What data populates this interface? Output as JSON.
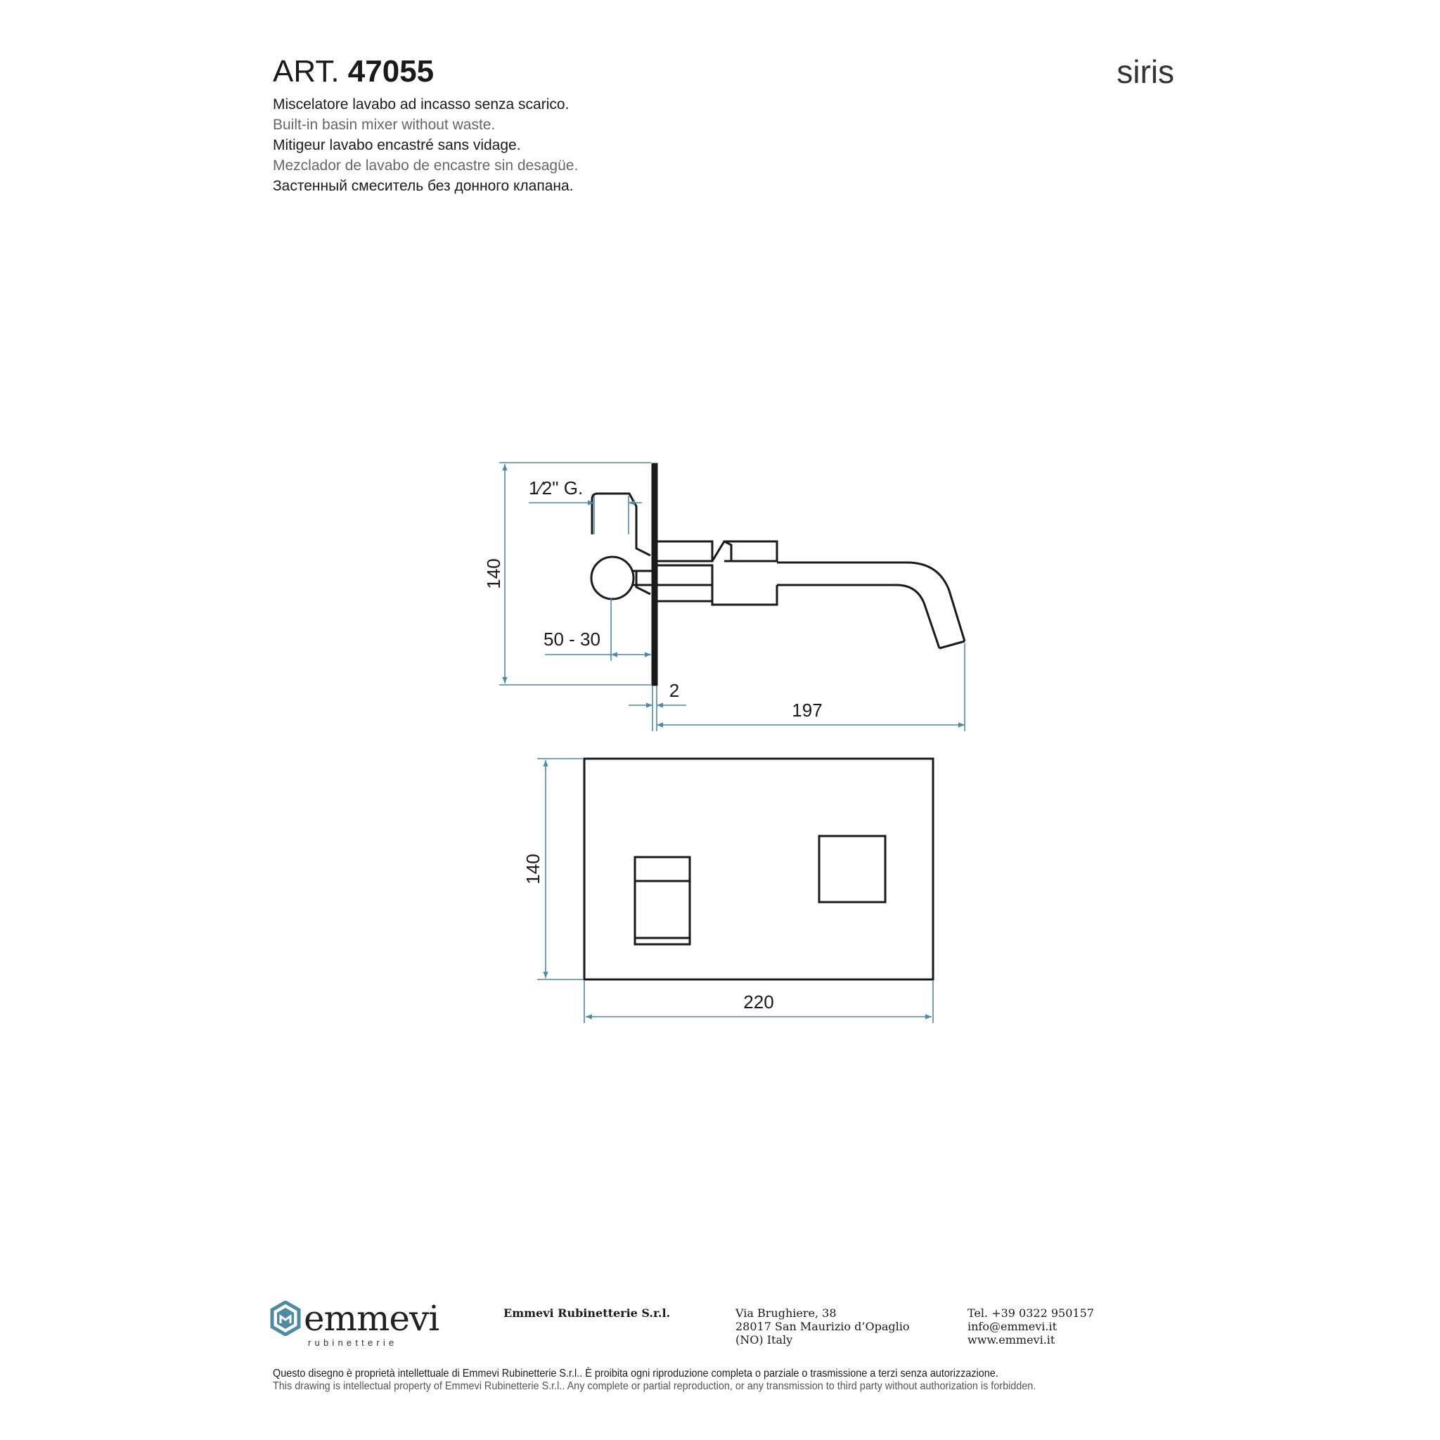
{
  "header": {
    "art_prefix": "ART.",
    "art_number": "47055",
    "series": "siris"
  },
  "descriptions": [
    "Miscelatore lavabo ad incasso senza scarico.",
    "Built-in basin mixer without waste.",
    "Mitigeur lavabo encastré sans vidage.",
    "Mezclador de lavabo de encastre sin desagüe.",
    "Застенный смеситель без донного клапана."
  ],
  "dimensions": {
    "thread": "1⁄2\" G.",
    "side_height": "140",
    "depth_range": "50 - 30",
    "plate_thickness": "2",
    "spout_length": "197",
    "front_height": "140",
    "front_width": "220"
  },
  "colors": {
    "dimension_line": "#4d8aa3",
    "outline": "#1a1a1a",
    "logo": "#4d8aa3"
  },
  "footer": {
    "logo_word": "emmevi",
    "logo_sub": "rubinetterie",
    "company": "Emmevi Rubinetterie S.r.l.",
    "address": [
      "Via Brughiere, 38",
      "28017 San Maurizio d’Opaglio",
      "(NO) Italy"
    ],
    "contact": [
      "Tel. +39 0322 950157",
      "info@emmevi.it",
      "www.emmevi.it"
    ],
    "legal": [
      "Questo disegno è proprietà intellettuale di Emmevi Rubinetterie S.r.l.. È proibita ogni riproduzione completa o parziale o trasmissione a terzi senza autorizzazione.",
      "This drawing is intellectual property of Emmevi Rubinetterie S.r.l.. Any complete or partial reproduction, or any transmission to third party without authorization is forbidden."
    ]
  }
}
